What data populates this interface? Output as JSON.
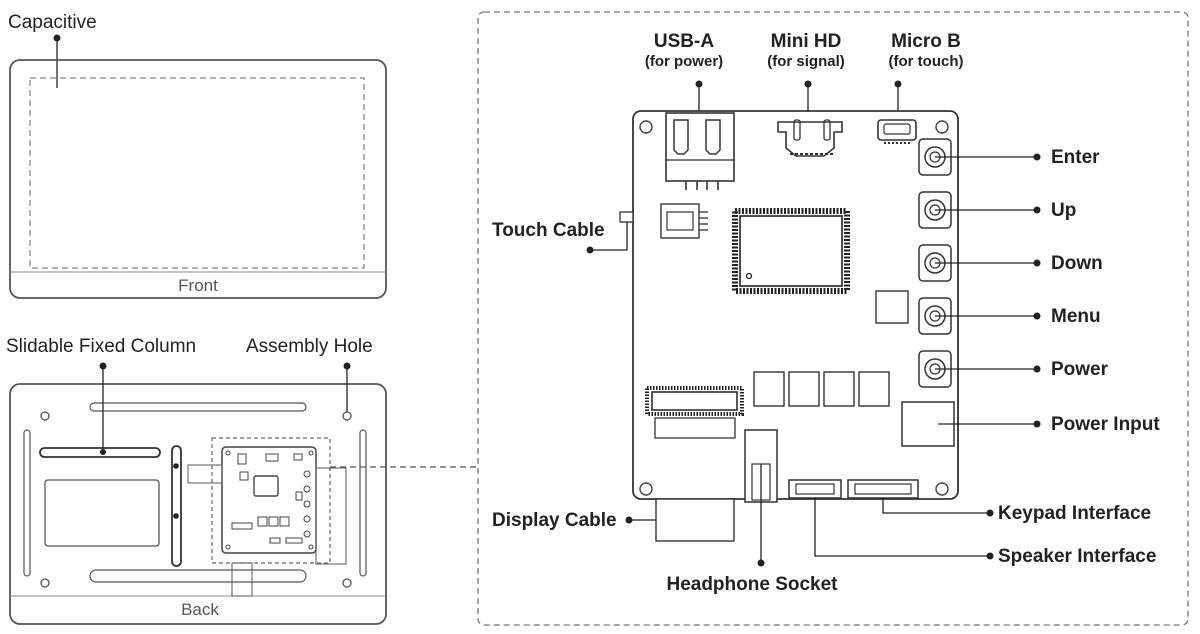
{
  "front": {
    "capacitive_label": "Capacitive",
    "face_label": "Front"
  },
  "back": {
    "slidable_label": "Slidable Fixed Column",
    "assembly_label": "Assembly Hole",
    "face_label": "Back"
  },
  "top_ports": [
    {
      "name": "USB-A",
      "note": "(for power)"
    },
    {
      "name": "Mini HD",
      "note": "(for signal)"
    },
    {
      "name": "Micro B",
      "note": "(for touch)"
    }
  ],
  "side_buttons": [
    "Enter",
    "Up",
    "Down",
    "Menu",
    "Power"
  ],
  "power_input_label": "Power Input",
  "touch_cable_label": "Touch Cable",
  "display_cable_label": "Display Cable",
  "headphone_label": "Headphone Socket",
  "keypad_label": "Keypad Interface",
  "speaker_label": "Speaker Interface"
}
